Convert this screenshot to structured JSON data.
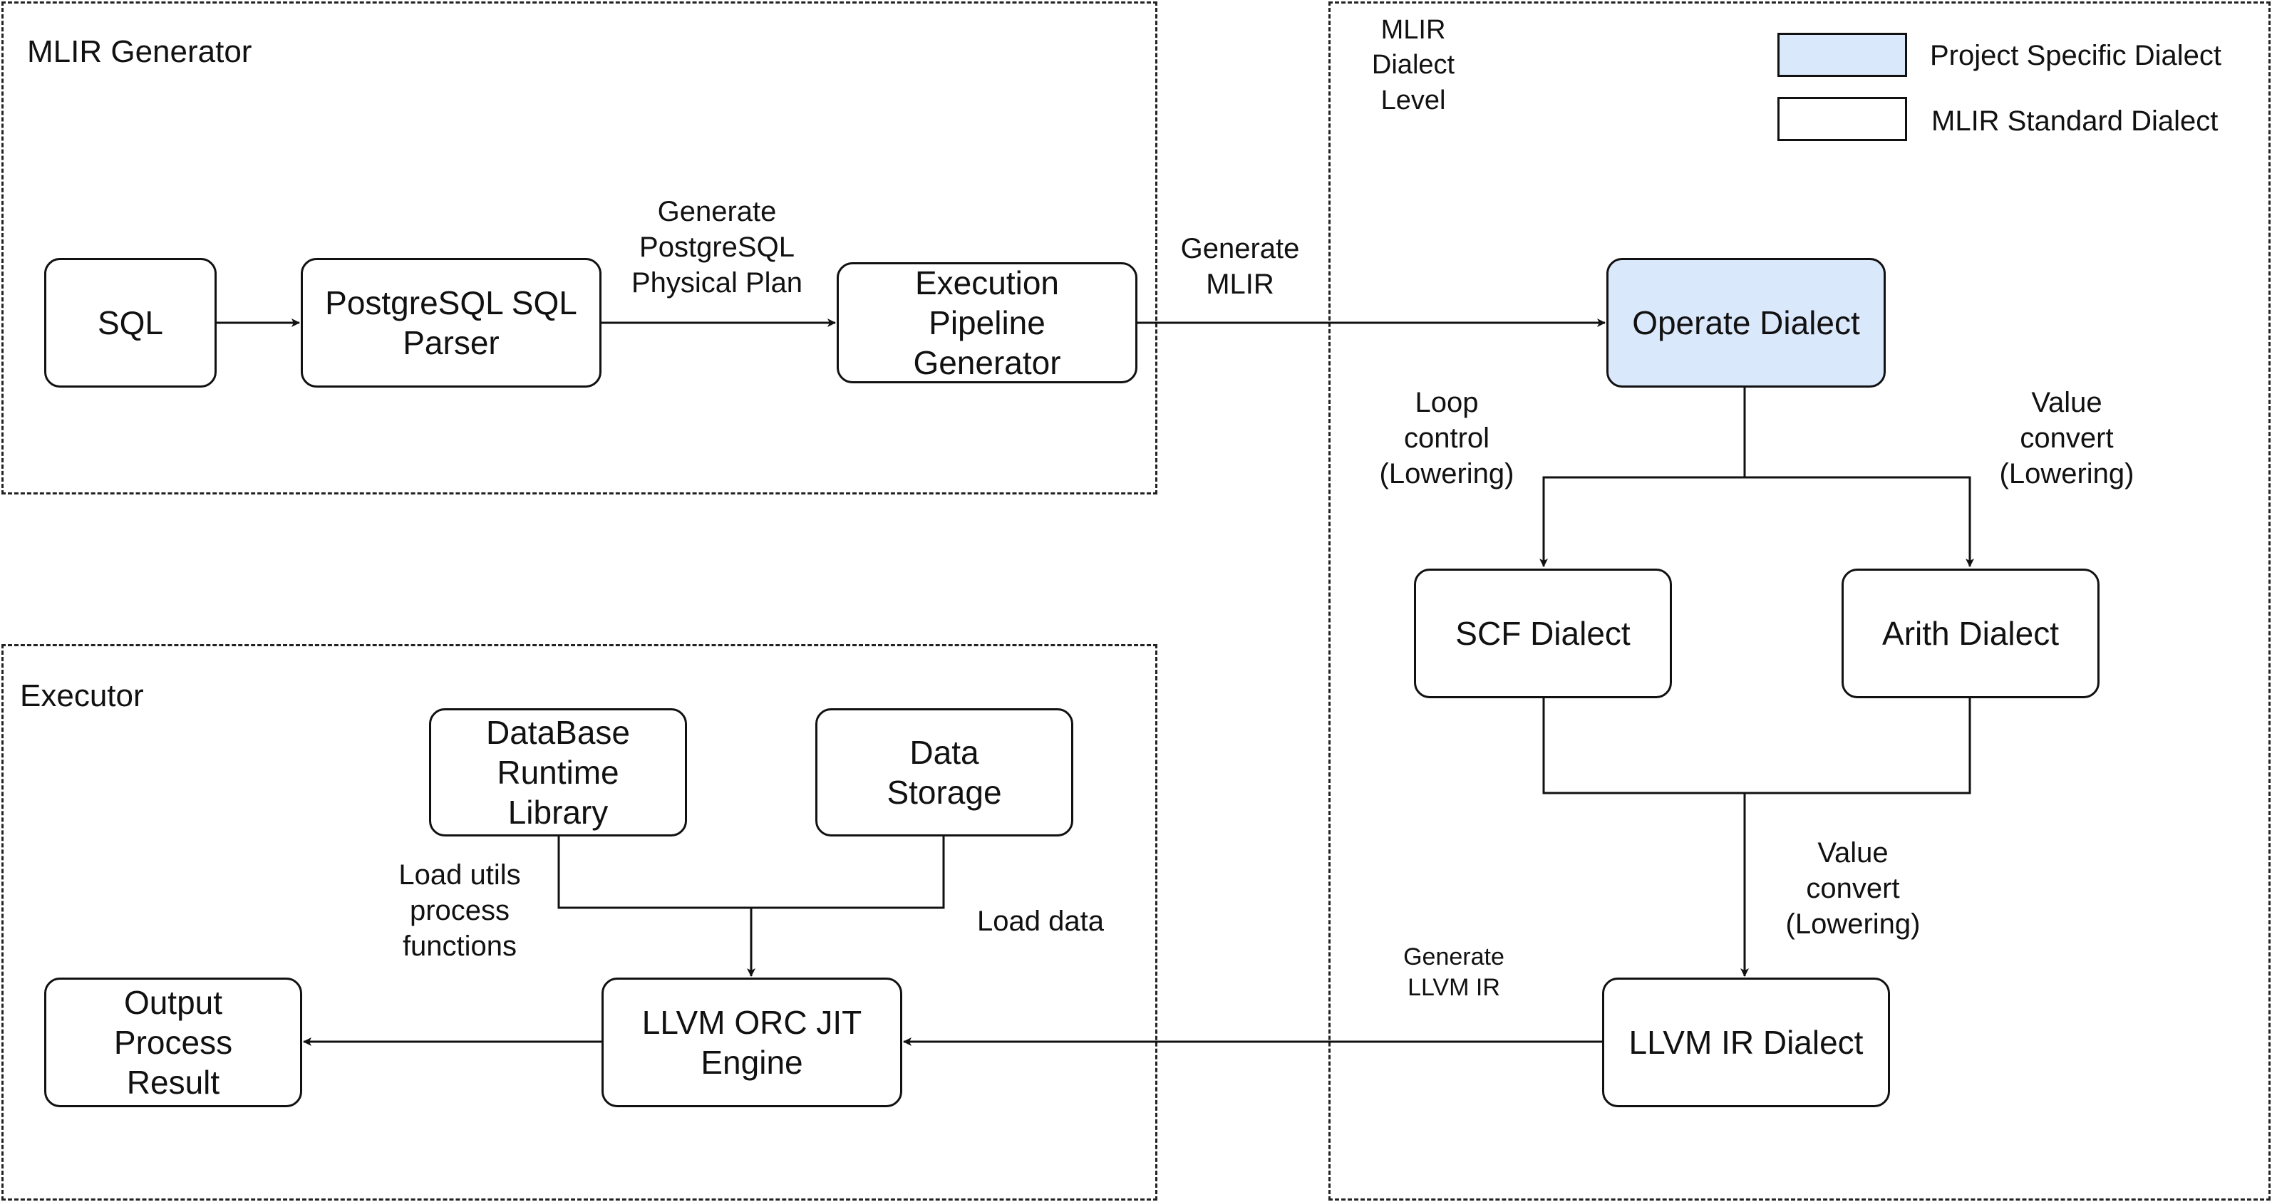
{
  "groups": {
    "generator": "MLIR Generator",
    "executor": "Executor",
    "dialect_level": "MLIR\nDialect\nLevel"
  },
  "legend": {
    "project_specific": "Project Specific Dialect",
    "standard": "MLIR Standard Dialect",
    "project_color": "#dae8fc",
    "standard_color": "#ffffff"
  },
  "nodes": {
    "sql": "SQL",
    "parser": "PostgreSQL SQL\nParser",
    "pipeline": "Execution\nPipeline\nGenerator",
    "operate": "Operate Dialect",
    "scf": "SCF Dialect",
    "arith": "Arith Dialect",
    "llvm_ir": "LLVM IR Dialect",
    "jit": "LLVM ORC JIT\nEngine",
    "runtime": "DataBase\nRuntime\nLibrary",
    "storage": "Data\nStorage",
    "output": "Output\nProcess\nResult"
  },
  "edge_labels": {
    "gen_plan": "Generate\nPostgreSQL\nPhysical Plan",
    "gen_mlir": "Generate\nMLIR",
    "loop_control": "Loop\ncontrol\n(Lowering)",
    "value_convert_1": "Value\nconvert\n(Lowering)",
    "value_convert_2": "Value\nconvert\n(Lowering)",
    "gen_llvm_ir": "Generate\nLLVM IR",
    "load_utils": "Load utils\nprocess\nfunctions",
    "load_data": "Load data"
  }
}
